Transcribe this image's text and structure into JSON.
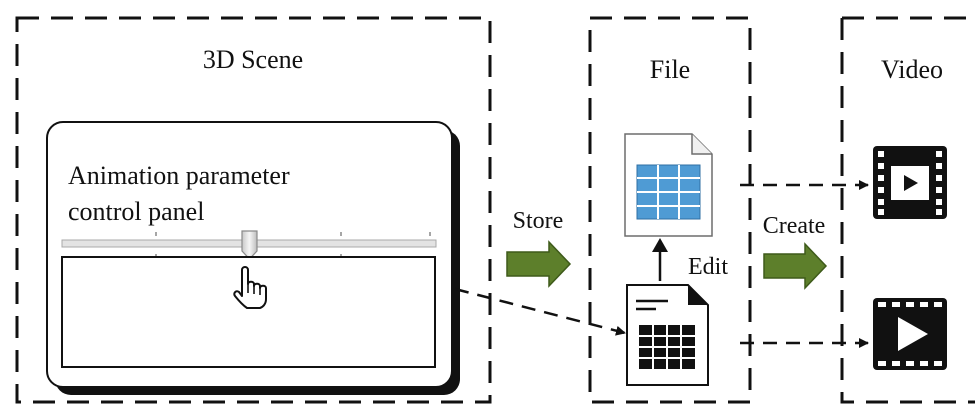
{
  "sections": {
    "scene": {
      "title": "3D Scene"
    },
    "file": {
      "title": "File"
    },
    "video": {
      "title": "Video"
    }
  },
  "panel": {
    "title_line1": "Animation parameter",
    "title_line2": "control panel"
  },
  "arrows": {
    "store": "Store",
    "create": "Create",
    "edit": "Edit"
  },
  "icons": {
    "table_file": "spreadsheet-document-icon",
    "data_file": "data-sheet-document-icon",
    "video_small": "video-clip-icon",
    "video_large": "video-play-icon",
    "cursor": "hand-cursor-icon"
  },
  "colors": {
    "green_arrow": "#5d7f2b",
    "table_blue": "#4f9bd4",
    "line": "#111111"
  }
}
